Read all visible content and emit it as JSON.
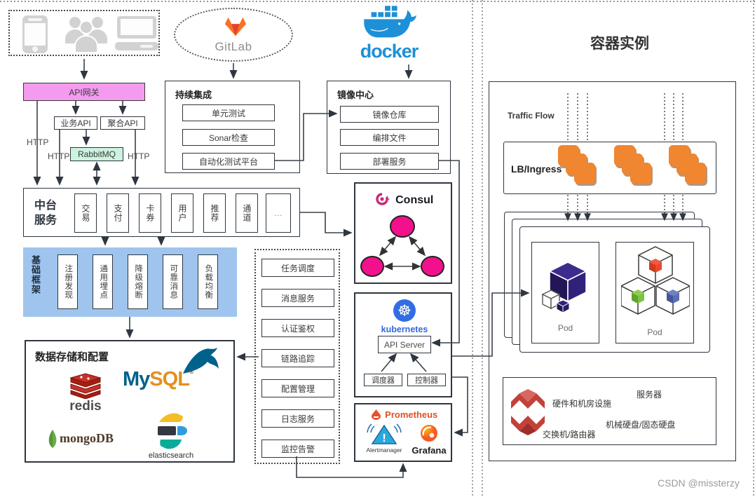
{
  "page": {
    "watermark": "CSDN @missterzy"
  },
  "logos": {
    "gitlab": "GitLab",
    "docker": "docker",
    "consul": "Consul",
    "kubernetes": "kubernetes",
    "prometheus": "Prometheus",
    "alertmanager": "Alertmanager",
    "grafana": "Grafana"
  },
  "gateway": {
    "label": "API网关"
  },
  "api_layer": {
    "biz": "业务API",
    "agg": "聚合API",
    "mq": "RabbitMQ",
    "http_left": "HTTP",
    "http_mid": "HTTP",
    "http_right": "HTTP"
  },
  "ci": {
    "title": "持续集成",
    "items": [
      "单元测试",
      "Sonar检查",
      "自动化测试平台"
    ]
  },
  "registry": {
    "title": "镜像中心",
    "items": [
      "镜像仓库",
      "编排文件",
      "部署服务"
    ]
  },
  "platform": {
    "title_line1": "中台",
    "title_line2": "服务",
    "services": [
      "交易",
      "支付",
      "卡券",
      "用户",
      "推荐",
      "通道",
      "…"
    ]
  },
  "framework": {
    "title": "基础框架",
    "items": [
      "注册发现",
      "通用埋点",
      "降级熔断",
      "可靠消息",
      "负载均衡"
    ]
  },
  "capabilities": {
    "items": [
      "任务调度",
      "消息服务",
      "认证鉴权",
      "链路追踪",
      "配置管理",
      "日志服务",
      "监控告警"
    ]
  },
  "k8s": {
    "api_server": "API Server",
    "scheduler": "调度器",
    "controller": "控制器"
  },
  "storage": {
    "title": "数据存储和配置",
    "redis": "redis",
    "mysql_my": "My",
    "mysql_sql": "SQL",
    "mysql_reg": "®",
    "mongodb": "mongoDB",
    "elasticsearch": "elasticsearch"
  },
  "containers": {
    "title": "容器实例",
    "traffic": "Traffic Flow",
    "lb": "LB/Ingress",
    "pod_left": "Pod",
    "pod_right": "Pod",
    "hardware": {
      "facility": "硬件和机房设施",
      "server": "服务器",
      "disks": "机械硬盘/固态硬盘",
      "network": "交换机/路由器"
    }
  },
  "colors": {
    "gateway_fill": "#f49bf0",
    "mq_fill": "#ccf2e0",
    "framework_fill": "#9fc5ee",
    "consul_pink": "#f2108c",
    "k8s_blue": "#326de6",
    "prometheus_orange": "#e6522c",
    "docker_blue": "#1d90d7",
    "lb_node_orange": "#f0862f",
    "hardware_red": "#c2423a",
    "pod_purple": "#2f1f70",
    "cube_red": "#e8492e",
    "cube_green": "#7dc242",
    "cube_blue": "#5c6fb0"
  }
}
